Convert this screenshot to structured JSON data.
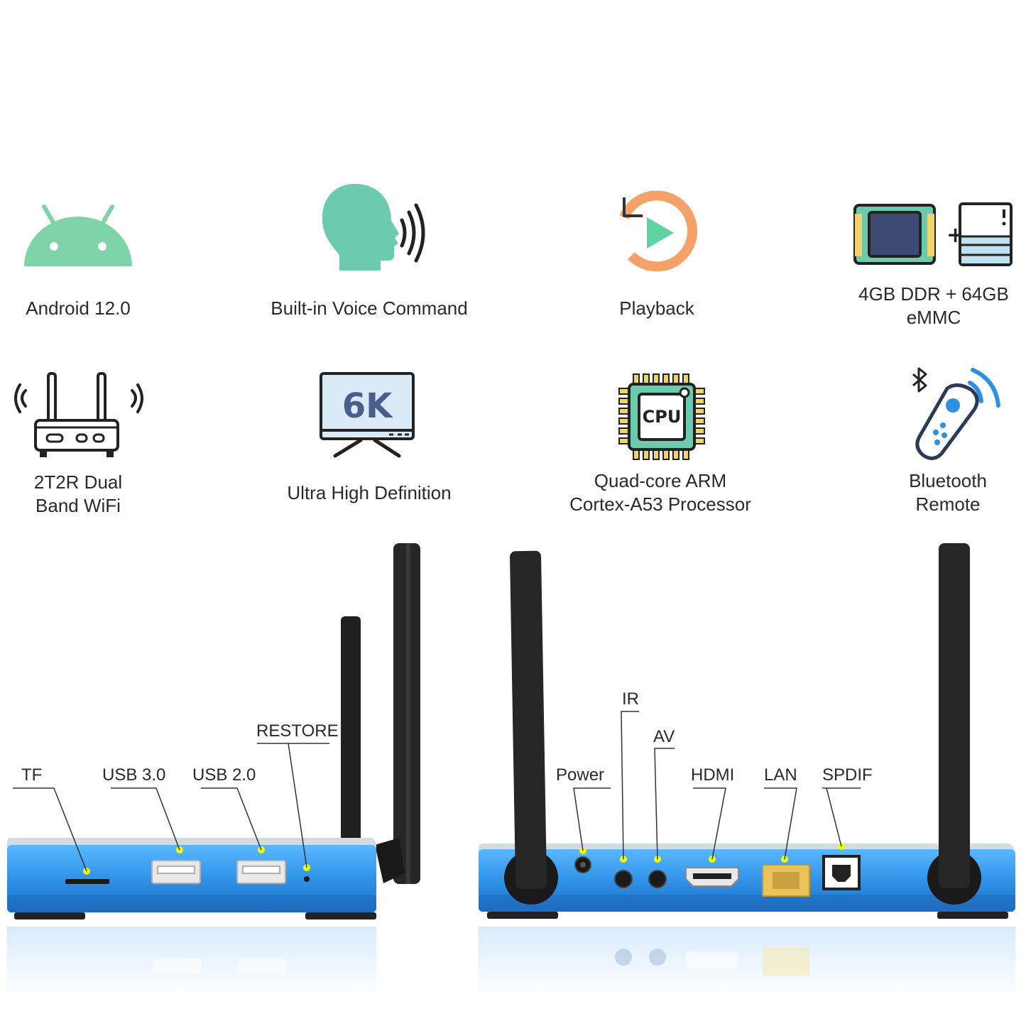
{
  "features": {
    "android": "Android 12.0",
    "voice": "Built-in Voice Command",
    "playback": "Playback",
    "storage_line1": "4GB DDR + 64GB",
    "storage_line2": "eMMC",
    "wifi_line1": "2T2R Dual",
    "wifi_line2": "Band WiFi",
    "uhd": "Ultra High Definition",
    "cpu_line1": "Quad-core ARM",
    "cpu_line2": "Cortex-A53 Processor",
    "remote_line1": "Bluetooth",
    "remote_line2": "Remote"
  },
  "icon_text": {
    "monitor": "6K",
    "cpu": "CPU"
  },
  "front_ports": {
    "tf": "TF",
    "usb3": "USB 3.0",
    "usb2": "USB 2.0",
    "restore": "RESTORE"
  },
  "rear_ports": {
    "power": "Power",
    "ir": "IR",
    "av": "AV",
    "hdmi": "HDMI",
    "lan": "LAN",
    "spdif": "SPDIF"
  },
  "colors": {
    "android_green": "#7fd3a8",
    "voice_teal": "#6ccbad",
    "playback_orange": "#f4a26a",
    "playback_green": "#5fd3a0",
    "device_blue": "#2f8fe0",
    "indicator_yellow": "#f4ff00"
  },
  "icons": [
    "android-icon",
    "voice-head-icon",
    "playback-icon",
    "memory-storage-icon",
    "router-icon",
    "monitor-6k-icon",
    "cpu-chip-icon",
    "bluetooth-remote-icon"
  ]
}
